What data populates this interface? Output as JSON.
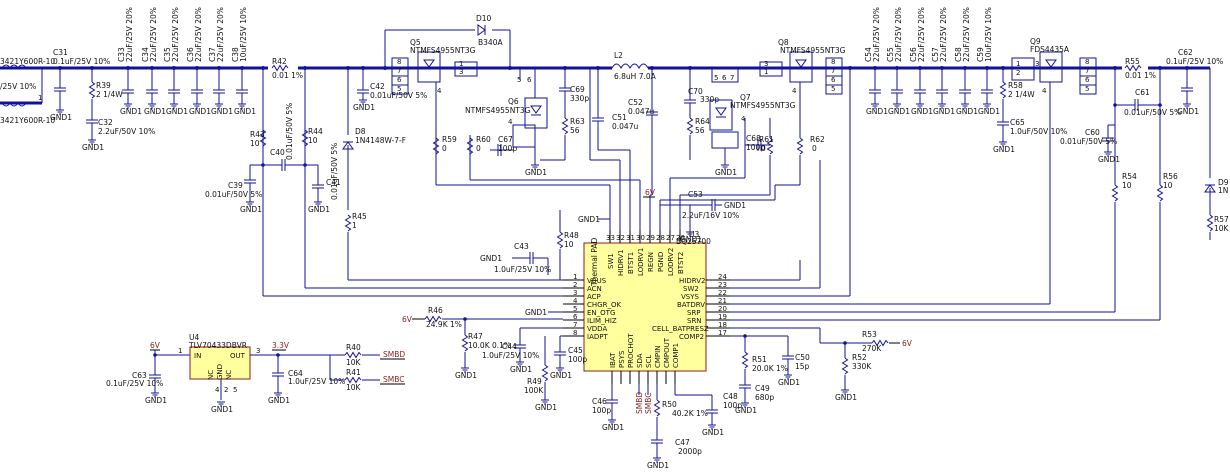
{
  "components": {
    "c31": {
      "ref": "C31",
      "val": "0.1uF/25V 10%"
    },
    "c33": {
      "ref": "C33",
      "val": "22uF/25V 20%"
    },
    "c34": {
      "ref": "C34",
      "val": "22uF/25V 20%"
    },
    "c35": {
      "ref": "C35",
      "val": "22uF/25V 20%"
    },
    "c36": {
      "ref": "C36",
      "val": "22uF/25V 20%"
    },
    "c37": {
      "ref": "C37",
      "val": "22uF/25V 20%"
    },
    "c38": {
      "ref": "C38",
      "val": "10uF/25V 10%"
    },
    "r42": {
      "ref": "R42",
      "val": "0.01 1%"
    },
    "r39": {
      "ref": "R39",
      "val": "2 1/4W"
    },
    "c32": {
      "ref": "C32",
      "val": "2.2uF/50V 10%"
    },
    "q5": {
      "ref": "Q5",
      "val": "NTMFS4955NT3G"
    },
    "d10": {
      "ref": "D10",
      "val": "B340A"
    },
    "c42": {
      "ref": "C42",
      "val": "0.01uF/50V 5%"
    },
    "d8": {
      "ref": "D8",
      "val": "1N4148W-7-F"
    },
    "r43": {
      "ref": "R43",
      "val": "10"
    },
    "r44": {
      "ref": "R44",
      "val": "10"
    },
    "c40": {
      "ref": "C40",
      "val": "0.01uF/50V 5%"
    },
    "c39": {
      "ref": "C39",
      "val": "0.01uF/50V 5%"
    },
    "c41": {
      "ref": "C41",
      "val": "0.01uF/50V 5%"
    },
    "r45": {
      "ref": "R45",
      "val": "1"
    },
    "r59": {
      "ref": "R59",
      "val": "0"
    },
    "q6": {
      "ref": "Q6",
      "val": "NTMFS4955NT3G"
    },
    "r60": {
      "ref": "R60",
      "val": "0"
    },
    "c67": {
      "ref": "C67",
      "val": "100p"
    },
    "c69": {
      "ref": "C69",
      "val": "330p"
    },
    "r63": {
      "ref": "R63",
      "val": "56"
    },
    "l2": {
      "ref": "L2",
      "val": "6.8uH 7.0A"
    },
    "c52": {
      "ref": "C52",
      "val": "0.047u"
    },
    "c51": {
      "ref": "C51",
      "val": "0.047u"
    },
    "c70": {
      "ref": "C70",
      "val": "330p"
    },
    "q7": {
      "ref": "Q7",
      "val": "NTMFS4955NT3G"
    },
    "r64": {
      "ref": "R64",
      "val": "56"
    },
    "c68": {
      "ref": "C68",
      "val": "100p"
    },
    "r61": {
      "ref": "R61",
      "val": "0"
    },
    "r62": {
      "ref": "R62",
      "val": "0"
    },
    "q8": {
      "ref": "Q8",
      "val": "NTMFS4955NT3G"
    },
    "c54": {
      "ref": "C54",
      "val": "22uF/25V 20%"
    },
    "c55": {
      "ref": "C55",
      "val": "22uF/25V 20%"
    },
    "c56": {
      "ref": "C56",
      "val": "22uF/25V 20%"
    },
    "c57": {
      "ref": "C57",
      "val": "22uF/25V 20%"
    },
    "c58": {
      "ref": "C58",
      "val": "22uF/25V 20%"
    },
    "c59": {
      "ref": "C59",
      "val": "10uF/25V 10%"
    },
    "r58": {
      "ref": "R58",
      "val": "2 1/4W"
    },
    "c65": {
      "ref": "C65",
      "val": "1.0uF/50V 10%"
    },
    "q9": {
      "ref": "Q9",
      "val": "FDS4435A"
    },
    "r55": {
      "ref": "R55",
      "val": "0.01 1%"
    },
    "c62": {
      "ref": "C62",
      "val": "0.1uF/25V 10%"
    },
    "c61": {
      "ref": "C61",
      "val": "0.01uF/50V 5%"
    },
    "c60": {
      "ref": "C60",
      "val": "0.01uF/50V 5%"
    },
    "r54": {
      "ref": "R54",
      "val": "10"
    },
    "r56": {
      "ref": "R56",
      "val": "10"
    },
    "d9": {
      "ref": "D9",
      "val": "1N"
    },
    "r57": {
      "ref": "R57",
      "val": "10K"
    },
    "c53": {
      "ref": "C53",
      "val": "2.2uF/16V 10%"
    },
    "r48": {
      "ref": "R48",
      "val": "10"
    },
    "c43": {
      "ref": "C43",
      "val": "1.0uF/25V 10%"
    },
    "r46": {
      "ref": "R46",
      "val": "24.9K 1%"
    },
    "r47": {
      "ref": "R47",
      "val": "10.0K 0.1%"
    },
    "c44": {
      "ref": "C44",
      "val": "1.0uF/25V 10%"
    },
    "c45": {
      "ref": "C45",
      "val": "100p"
    },
    "r49": {
      "ref": "R49",
      "val": "100K"
    },
    "c46": {
      "ref": "C46",
      "val": "100p"
    },
    "r50": {
      "ref": "R50",
      "val": "40.2K 1%"
    },
    "c47": {
      "ref": "C47",
      "val": "2000p"
    },
    "c48": {
      "ref": "C48",
      "val": "100p"
    },
    "r51": {
      "ref": "R51",
      "val": "20.0K 1%"
    },
    "c49": {
      "ref": "C49",
      "val": "680p"
    },
    "c50": {
      "ref": "C50",
      "val": "15p"
    },
    "r52": {
      "ref": "R52",
      "val": "330K"
    },
    "r53": {
      "ref": "R53",
      "val": "270K"
    },
    "u4": {
      "ref": "U4",
      "val": "TLV70433DBVR"
    },
    "c63": {
      "ref": "C63",
      "val": "0.1uF/25V 10%"
    },
    "c64": {
      "ref": "C64",
      "val": "1.0uF/25V 10%"
    },
    "r40": {
      "ref": "R40",
      "val": "10K"
    },
    "r41": {
      "ref": "R41",
      "val": "10K"
    }
  },
  "ferrites": {
    "top": "3421Y600R-10",
    "bottom": "3421Y600R-10"
  },
  "left_cut_label": "/25V 10%",
  "u3": {
    "ref": "U3",
    "part": "BQ25700",
    "pad": "Thermal PAD",
    "top_pins": [
      {
        "num": "33",
        "name": "SW1"
      },
      {
        "num": "32",
        "name": "HIDRV1"
      },
      {
        "num": "31",
        "name": "BTST1"
      },
      {
        "num": "30",
        "name": "LODRV1"
      },
      {
        "num": "29",
        "name": "REGN"
      },
      {
        "num": "28",
        "name": "PGND"
      },
      {
        "num": "27",
        "name": "LODRV2"
      },
      {
        "num": "26",
        "name": "BTST2"
      }
    ],
    "left_pins": [
      {
        "num": "1",
        "name": "VBUS"
      },
      {
        "num": "2",
        "name": "ACN"
      },
      {
        "num": "3",
        "name": "ACP"
      },
      {
        "num": "4",
        "name": "CHGR_OK"
      },
      {
        "num": "5",
        "name": "EN_OTG"
      },
      {
        "num": "6",
        "name": "ILIM_HIZ"
      },
      {
        "num": "7",
        "name": "VDDA"
      },
      {
        "num": "8",
        "name": "IADPT"
      }
    ],
    "right_pins": [
      {
        "num": "24",
        "name": "HIDRV2"
      },
      {
        "num": "23",
        "name": "SW2"
      },
      {
        "num": "22",
        "name": "VSYS"
      },
      {
        "num": "21",
        "name": "BATDRV"
      },
      {
        "num": "20",
        "name": "SRP"
      },
      {
        "num": "19",
        "name": "SRN"
      },
      {
        "num": "18",
        "name": "CELL_BATPRESZ"
      },
      {
        "num": "17",
        "name": "COMP2"
      }
    ],
    "bottom_pins": [
      {
        "num": "9",
        "name": "IBAT"
      },
      {
        "num": "10",
        "name": "PSYS"
      },
      {
        "num": "11",
        "name": "PROCHOT"
      },
      {
        "num": "12",
        "name": "SDA"
      },
      {
        "num": "13",
        "name": "SCL"
      },
      {
        "num": "14",
        "name": "CMPIN"
      },
      {
        "num": "15",
        "name": "CMPOUT"
      },
      {
        "num": "16",
        "name": "COMP1"
      }
    ]
  },
  "u4_pins": {
    "in": "IN",
    "out": "OUT",
    "gnd": "GND",
    "nc1": "NC",
    "nc2": "NC",
    "p1": "1",
    "p2": "2",
    "p3": "3",
    "p4": "4",
    "p5": "5"
  },
  "nets": {
    "gnd": "GND1",
    "v6": "6V",
    "v33": "3.3V",
    "smbd": "SMBD",
    "smbc": "SMBC"
  },
  "pin_numbers": {
    "p1": "1",
    "p2": "2",
    "p3": "3",
    "p4": "4",
    "p5": "5",
    "p6": "6",
    "p7": "7",
    "p8": "8"
  },
  "colors": {
    "wire": "#12129a",
    "ic_fill": "#ffff9e",
    "ic_border": "#8b1c1c",
    "power_label": "#8b1c1c"
  }
}
